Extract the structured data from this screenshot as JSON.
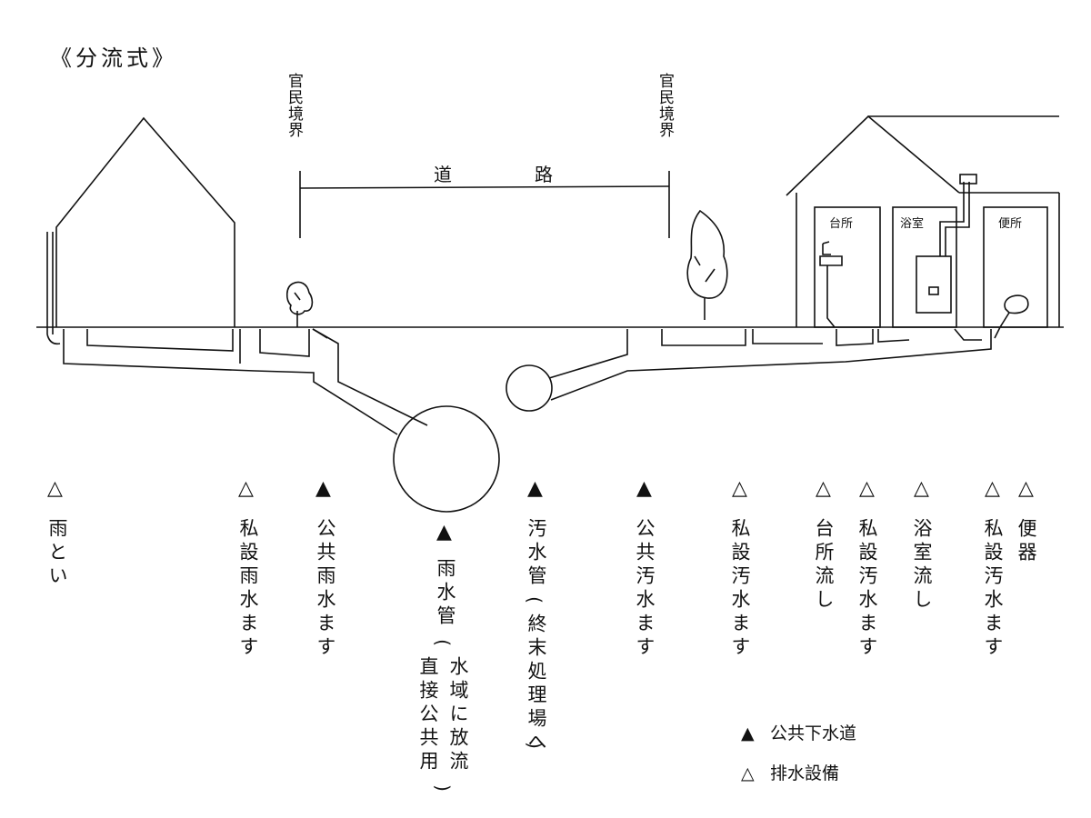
{
  "title": "《分流式》",
  "boundary_left": "官民境界",
  "boundary_right": "官民境界",
  "road": {
    "char1": "道",
    "char2": "路"
  },
  "rooms": {
    "kitchen": "台所",
    "bath": "浴室",
    "toilet": "便所"
  },
  "symbols": {
    "public": "▲",
    "private": "△"
  },
  "labels": {
    "rain_gutter": "雨とい",
    "private_rain_basin": "私設雨水ます",
    "public_rain_basin": "公共雨水ます",
    "rain_pipe": "雨水管",
    "rain_pipe_note_1": "水域に放流",
    "rain_pipe_note_2": "直接公共用",
    "sewage_pipe": "汚水管",
    "sewage_pipe_note": "終末処理場へ",
    "public_sewage_basin": "公共汚水ます",
    "private_sewage_basin_1": "私設汚水ます",
    "kitchen_sink": "台所流し",
    "private_sewage_basin_2": "私設汚水ます",
    "bath_drain": "浴室流し",
    "private_sewage_basin_3": "私設汚水ます",
    "toilet_fixture": "便器"
  },
  "legend": [
    {
      "symbol": "▲",
      "text": "公共下水道"
    },
    {
      "symbol": "△",
      "text": "排水設備"
    }
  ]
}
